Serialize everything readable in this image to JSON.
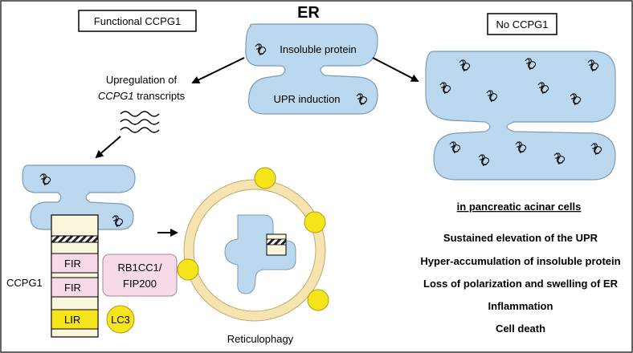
{
  "panels": {
    "left_title": "Functional CCPG1",
    "right_title": "No CCPG1",
    "center_title": "ER"
  },
  "er_top": {
    "upper_label": "Insoluble protein",
    "lower_label": "UPR induction"
  },
  "upregulation": {
    "line1": "Upregulation of",
    "line2_italic": "CCPG1",
    "line2_rest": " transcripts"
  },
  "ccpg1_protein": {
    "label": "CCPG1",
    "domains": [
      "FIR",
      "FIR",
      "LIR"
    ],
    "partner_fir": "RB1CC1/",
    "partner_fir_line2": "FIP200",
    "partner_lir": "LC3"
  },
  "reticulophagy_label": "Reticulophagy",
  "right_panel": {
    "cell_type": "in pancreatic acinar cells",
    "effects": [
      "Sustained elevation of the UPR",
      "Hyper-accumulation of insoluble protein",
      "Loss of polarization and swelling of ER",
      "Inflammation",
      "Cell death"
    ]
  },
  "colors": {
    "er_fill": "#bcd8ef",
    "er_stroke": "#7c9bb5",
    "fir_fill": "#f8d9ea",
    "lir_fill": "#f7e51c",
    "lc3_fill": "#f7e51c",
    "autophagosome_ring": "#f6e4b0",
    "protein_body": "#faf6dc"
  }
}
